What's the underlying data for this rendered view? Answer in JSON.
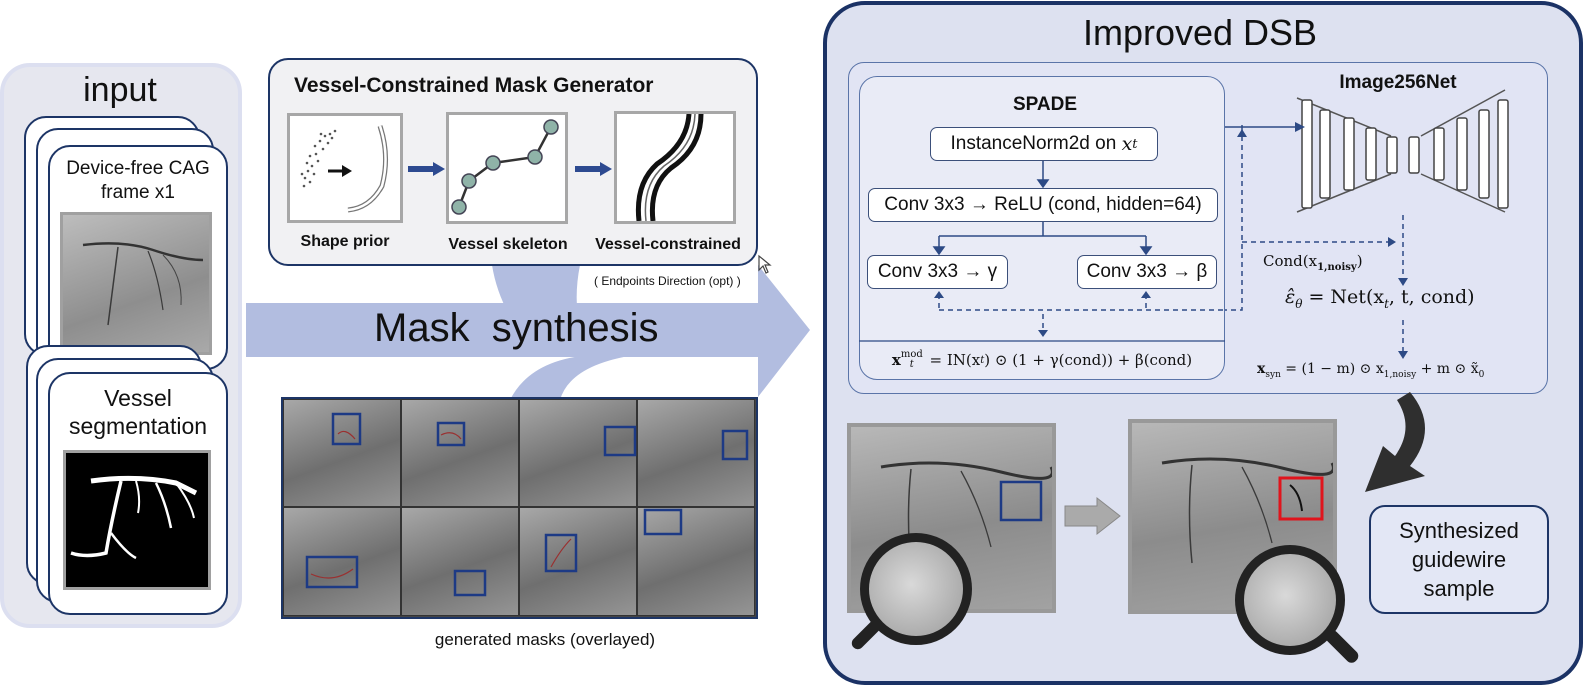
{
  "input": {
    "title": "input",
    "frame_card": "Device-free CAG\nframe x1",
    "seg_card": "Vessel\nsegmentation"
  },
  "mask_generator": {
    "title": "Vessel-Constrained Mask Generator",
    "steps": [
      "Shape prior",
      "Vessel skeleton",
      "Vessel-constrained"
    ],
    "note": "( Endpoints Direction (opt) )"
  },
  "mask_synthesis": {
    "label": "Mask  synthesis",
    "caption": "generated masks (overlayed)"
  },
  "dsb": {
    "title": "Improved DSB",
    "spade": {
      "title": "SPADE",
      "norm": "InstanceNorm2d on ",
      "norm_var": "x",
      "norm_sub": "t",
      "conv": "Conv 3x3 → ReLU (cond, hidden=64)",
      "gamma": "Conv 3x3 → γ",
      "beta": "Conv 3x3 → β",
      "formula_lhs": "x",
      "formula_sub": "t",
      "formula_sup": "mod",
      "formula_rhs": " = IN(x",
      "formula_rest": ") ⊙ (1 + γ(cond)) + β(cond)"
    },
    "net_title": "Image256Net",
    "cond": "Cond(x",
    "cond_sub": "1,noisy",
    "cond_end": ")",
    "eps_lhs": "ε̂",
    "eps_sub": "θ",
    "eps_rhs": " = Net(x",
    "eps_sub2": "t",
    "eps_end": ", t, cond)",
    "syn_lhs": "x",
    "syn_sub": "syn",
    "syn_mid": " = (1 − m) ⊙ x",
    "syn_sub2": "1,noisy",
    "syn_end": " + m ⊙ x̃",
    "syn_sub3": "0",
    "output": "Synthesized\nguidewire\nsample"
  },
  "colors": {
    "navy": "#1b3265",
    "arrow_blue": "#2f4f97",
    "band": "#b2bde0",
    "highlight_red": "#e0141c"
  }
}
